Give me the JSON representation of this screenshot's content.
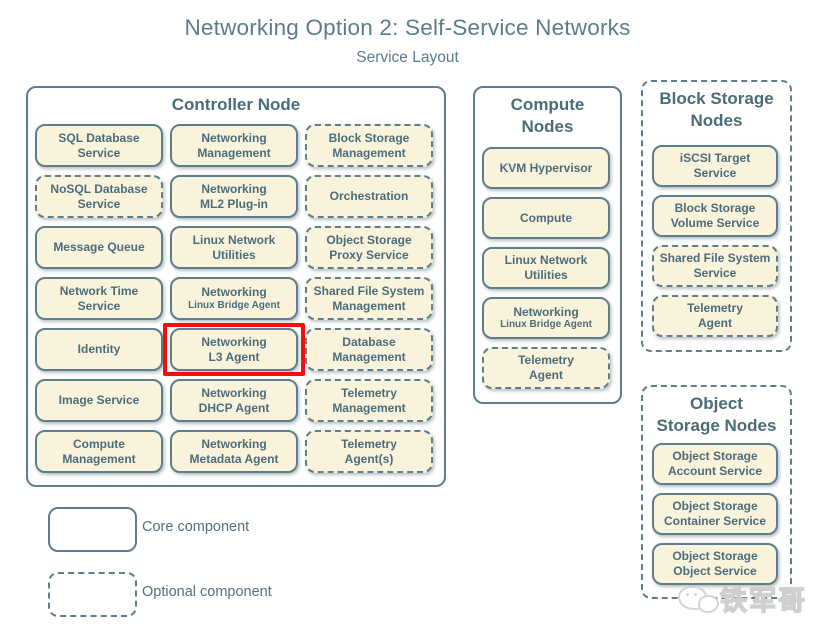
{
  "title": "Networking Option 2: Self-Service Networks",
  "subtitle": "Service Layout",
  "colors": {
    "accent": "#5f7e8b",
    "component_fill": "#faf3dc",
    "text": "#4b6c79",
    "title_text": "#5d7c8b",
    "highlight_red": "#f2100c"
  },
  "controller": {
    "title": "Controller Node",
    "items": [
      {
        "label": "SQL Database\nService",
        "type": "core"
      },
      {
        "label": "Networking\nManagement",
        "type": "core"
      },
      {
        "label": "Block Storage\nManagement",
        "type": "optional"
      },
      {
        "label": "NoSQL Database\nService",
        "type": "optional"
      },
      {
        "label": "Networking\nML2 Plug-in",
        "type": "core"
      },
      {
        "label": "Orchestration",
        "type": "optional"
      },
      {
        "label": "Message Queue",
        "type": "core"
      },
      {
        "label": "Linux Network\nUtilities",
        "type": "core"
      },
      {
        "label": "Object Storage\nProxy Service",
        "type": "optional"
      },
      {
        "label": "Network Time\nService",
        "type": "core"
      },
      {
        "line1": "Networking",
        "line2": "Linux Bridge Agent",
        "type": "core"
      },
      {
        "label": "Shared File System\nManagement",
        "type": "optional"
      },
      {
        "label": "Identity",
        "type": "core"
      },
      {
        "label": "Networking\nL3 Agent",
        "type": "core",
        "highlighted": true
      },
      {
        "label": "Database\nManagement",
        "type": "optional"
      },
      {
        "label": "Image Service",
        "type": "core"
      },
      {
        "label": "Networking\nDHCP Agent",
        "type": "core"
      },
      {
        "label": "Telemetry\nManagement",
        "type": "optional"
      },
      {
        "label": "Compute\nManagement",
        "type": "core"
      },
      {
        "label": "Networking\nMetadata Agent",
        "type": "core"
      },
      {
        "label": "Telemetry\nAgent(s)",
        "type": "optional"
      }
    ]
  },
  "compute": {
    "title": "Compute\nNodes",
    "items": [
      {
        "label": "KVM Hypervisor",
        "type": "core"
      },
      {
        "label": "Compute",
        "type": "core"
      },
      {
        "label": "Linux Network\nUtilities",
        "type": "core"
      },
      {
        "line1": "Networking",
        "line2": "Linux Bridge Agent",
        "type": "core"
      },
      {
        "label": "Telemetry\nAgent",
        "type": "optional"
      }
    ]
  },
  "block_storage": {
    "title": "Block Storage\nNodes",
    "items": [
      {
        "label": "iSCSI Target\nService",
        "type": "core"
      },
      {
        "label": "Block Storage\nVolume Service",
        "type": "core"
      },
      {
        "label": "Shared File System\nService",
        "type": "optional"
      },
      {
        "label": "Telemetry\nAgent",
        "type": "optional"
      }
    ]
  },
  "object_storage": {
    "title": "Object\nStorage Nodes",
    "items": [
      {
        "label": "Object Storage\nAccount Service",
        "type": "core"
      },
      {
        "label": "Object Storage\nContainer Service",
        "type": "core"
      },
      {
        "label": "Object Storage\nObject Service",
        "type": "core"
      }
    ]
  },
  "legend": {
    "core_label": "Core component",
    "optional_label": "Optional component"
  },
  "watermark": {
    "text": "铁军哥"
  }
}
